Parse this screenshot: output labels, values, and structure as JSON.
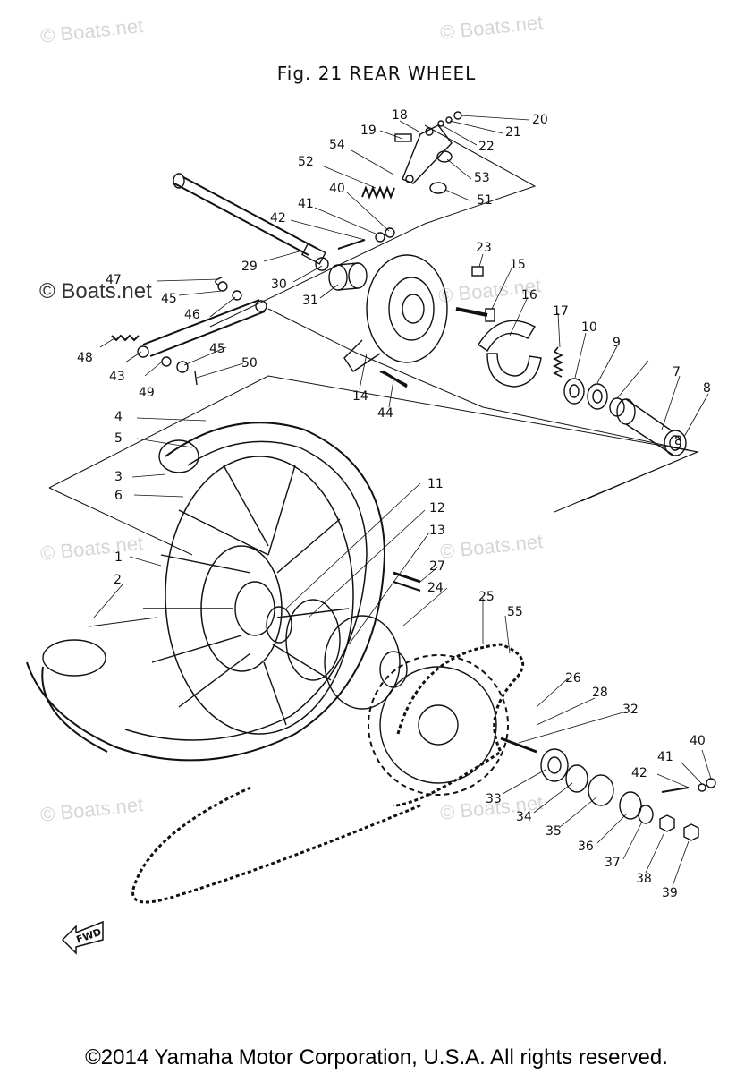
{
  "title": "Fig. 21  REAR WHEEL",
  "copyright": "©2014 Yamaha Motor Corporation, U.S.A. All rights reserved.",
  "watermark": "© Boats.net",
  "watermark_strong": "© Boats.net",
  "fwd_label": "FWD",
  "callouts": [
    "1",
    "2",
    "3",
    "4",
    "5",
    "6",
    "7",
    "8",
    "8",
    "9",
    "10",
    "11",
    "12",
    "13",
    "14",
    "15",
    "16",
    "17",
    "18",
    "19",
    "20",
    "21",
    "22",
    "23",
    "24",
    "25",
    "26",
    "27",
    "28",
    "29",
    "30",
    "31",
    "32",
    "33",
    "34",
    "35",
    "36",
    "37",
    "38",
    "39",
    "40",
    "40",
    "41",
    "41",
    "42",
    "42",
    "43",
    "44",
    "45",
    "45",
    "46",
    "47",
    "48",
    "49",
    "50",
    "51",
    "52",
    "53",
    "54",
    "55"
  ],
  "colors": {
    "ink": "#111111",
    "watermark": "#d6d6d6"
  }
}
